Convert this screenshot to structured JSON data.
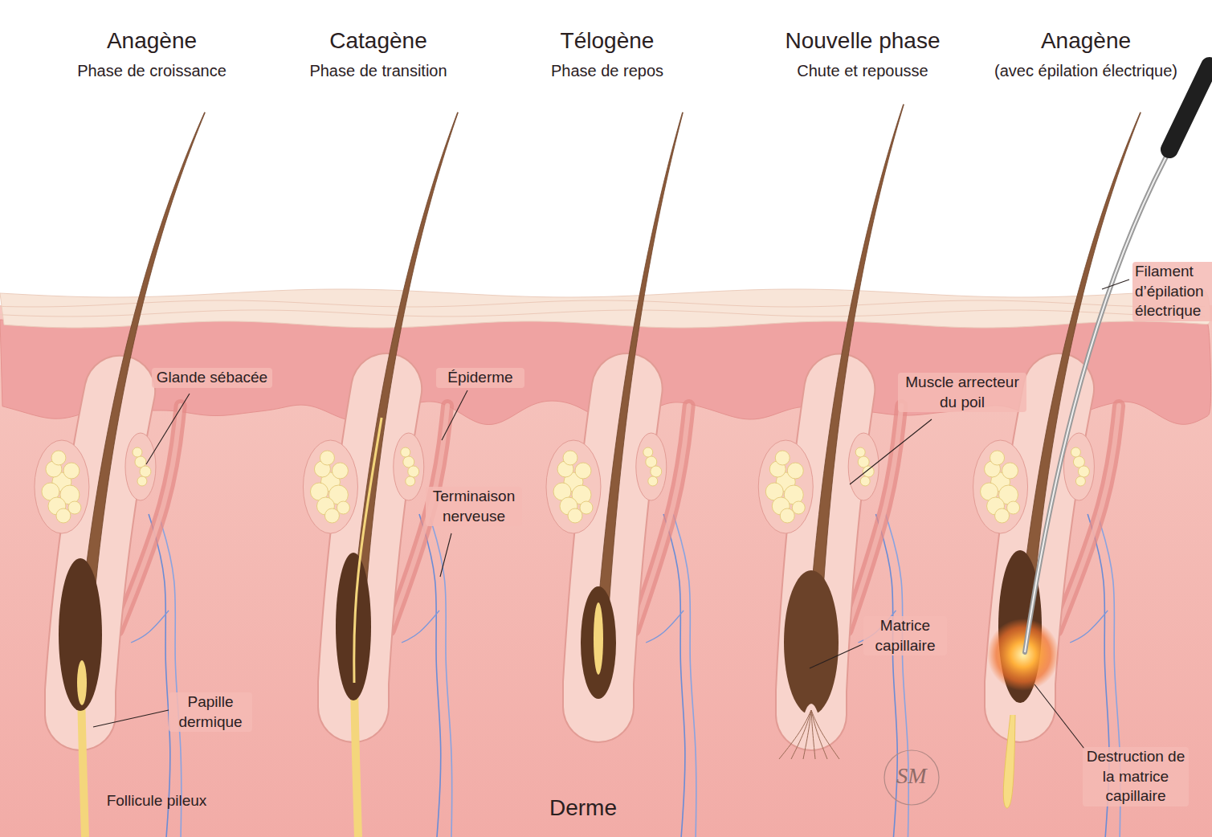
{
  "diagram": {
    "labels": [
      "Anagène",
      "Phase de croissance",
      "Catagène",
      "Phase de transition",
      "Télogène",
      "Phase de repos",
      "Nouvelle phase",
      "Chute et repousse",
      "Anagène",
      "(avec épilation électrique)",
      "Glande sébacée",
      "Épiderme",
      "Muscle arrecteur du poil",
      "Filament d’épilation électrique",
      "Terminaison nerveuse",
      "Matrice capillaire",
      "Papille dermique",
      "Follicule pileux",
      "Derme",
      "Destruction de la matrice capillaire",
      "SM"
    ]
  }
}
